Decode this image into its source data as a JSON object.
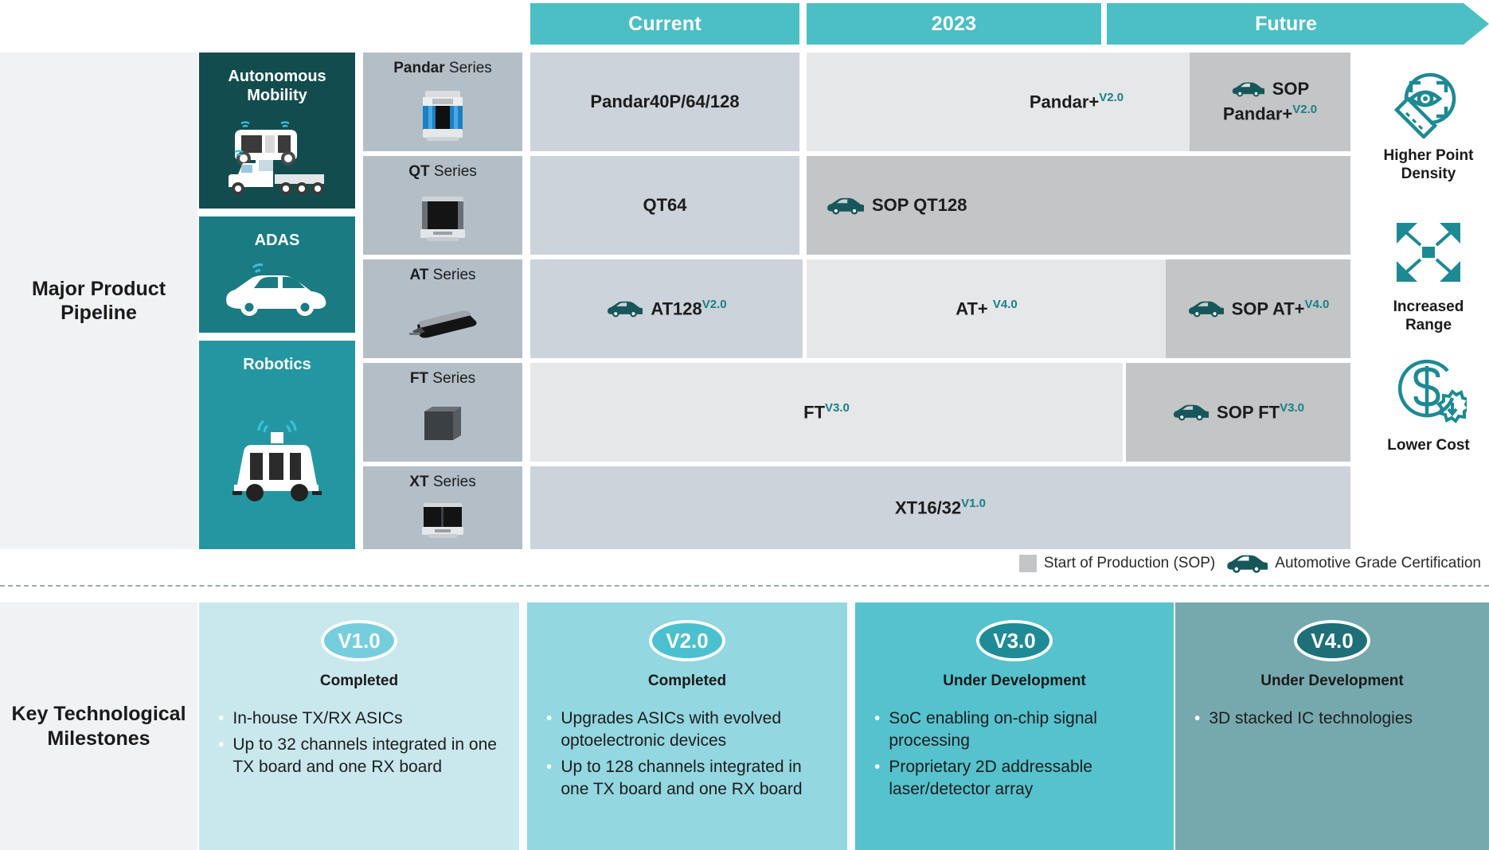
{
  "header": {
    "columns": [
      {
        "label": "Current",
        "name": "header-current"
      },
      {
        "label": "2023",
        "name": "header-2023"
      },
      {
        "label": "Future",
        "name": "header-future"
      }
    ]
  },
  "sections": {
    "major_title": "Major Product Pipeline",
    "key_title": "Key Technological Milestones"
  },
  "categories": [
    {
      "label": "Autonomous Mobility",
      "color": "#134c4f",
      "icon": "shuttle-truck-icon"
    },
    {
      "label": "ADAS",
      "color": "#1b7b83",
      "icon": "car-icon"
    },
    {
      "label": "Robotics",
      "color": "#2496a2",
      "icon": "delivery-robot-icon"
    }
  ],
  "series": [
    {
      "bold": "Pandar",
      "rest": " Series",
      "icon": "pandar-lidar-icon"
    },
    {
      "bold": "QT",
      "rest": " Series",
      "icon": "qt-lidar-icon"
    },
    {
      "bold": "AT",
      "rest": " Series",
      "icon": "at-lidar-icon"
    },
    {
      "bold": "FT",
      "rest": " Series",
      "icon": "ft-lidar-icon"
    },
    {
      "bold": "XT",
      "rest": " Series",
      "icon": "xt-lidar-icon"
    }
  ],
  "bars": {
    "pandar_current": {
      "text": "Pandar40P/64/128",
      "sup": ""
    },
    "pandar_2023": {
      "text": "Pandar+",
      "sup": "V2.0"
    },
    "pandar_sop_line1": "SOP",
    "pandar_sop_line2": "Pandar+",
    "pandar_sop_sup": "V2.0",
    "qt_current": {
      "text": "QT64",
      "sup": ""
    },
    "qt_sop": {
      "text": "SOP QT128",
      "sup": ""
    },
    "at_current": {
      "text": "AT128",
      "sup": "V2.0"
    },
    "at_2023": {
      "text": "AT+ ",
      "sup": "V4.0"
    },
    "at_sop": {
      "text": "SOP AT+",
      "sup": "V4.0"
    },
    "ft_main": {
      "text": "FT",
      "sup": "V3.0"
    },
    "ft_sop": {
      "text": "SOP FT",
      "sup": "V3.0"
    },
    "xt_main": {
      "text": "XT16/32",
      "sup": "V1.0"
    }
  },
  "benefits": [
    {
      "label": "Higher Point Density",
      "icon": "eye-scan-ruler-icon"
    },
    {
      "label": "Increased Range",
      "icon": "four-arrows-expand-icon"
    },
    {
      "label": "Lower Cost",
      "icon": "dollar-gear-down-icon"
    }
  ],
  "legend": {
    "sop_label": "Start of Production (SOP)",
    "auto_label": "Automotive Grade Certification",
    "sop_swatch_color": "#c3c5c7",
    "car_icon_color": "#17575c"
  },
  "milestones": [
    {
      "version": "V1.0",
      "status": "Completed",
      "bg": "#c9e8ee",
      "badge_bg": "#76cedd",
      "items": [
        "In-house TX/RX ASICs",
        "Up to 32 channels integrated in one TX board and one RX board"
      ]
    },
    {
      "version": "V2.0",
      "status": "Completed",
      "bg": "#93d7e0",
      "badge_bg": "#4cc0cf",
      "items": [
        "Upgrades ASICs with evolved optoelectronic devices",
        "Up to 128 channels integrated in one TX board and one RX board"
      ]
    },
    {
      "version": "V3.0",
      "status": "Under Development",
      "bg": "#55c2cd",
      "badge_bg": "#1e8b96",
      "items": [
        "SoC enabling on-chip signal processing",
        "Proprietary 2D addressable laser/detector array"
      ]
    },
    {
      "version": "V4.0",
      "status": "Under Development",
      "bg": "#76a9ad",
      "badge_bg": "#1e6f78",
      "items": [
        "3D stacked IC technologies"
      ]
    }
  ],
  "colors": {
    "header_teal": "#4bbfc3",
    "panel_gray": "#f1f2f4",
    "series_gray": "#b4bec6",
    "bar_current": "#ccd3da",
    "bar_2023": "#e6e7e9",
    "bar_sop": "#c3c5c7",
    "version_sup": "#1a7f86"
  }
}
